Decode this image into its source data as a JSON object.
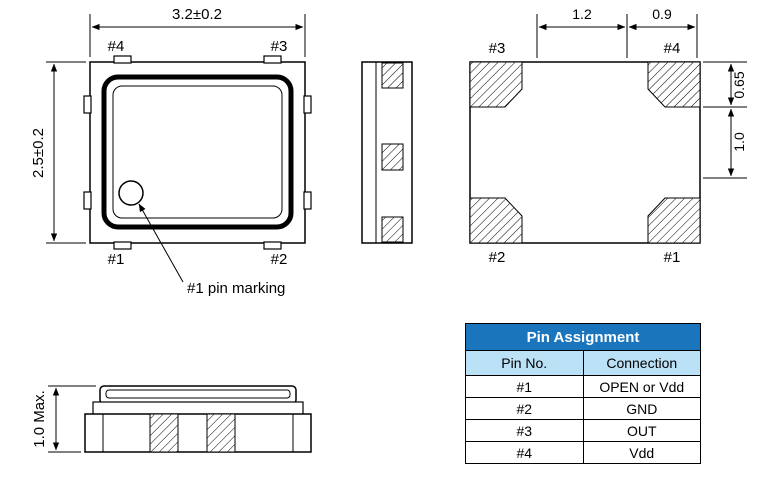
{
  "top_view": {
    "dim_width": "3.2±0.2",
    "dim_height": "2.5±0.2",
    "pins": {
      "top_left": "#4",
      "top_right": "#3",
      "bottom_left": "#1",
      "bottom_right": "#2"
    },
    "note": "#1 pin marking"
  },
  "bottom_view": {
    "dims": {
      "horizontal_left": "1.2",
      "horizontal_right": "0.9",
      "vertical_upper": "0.65",
      "vertical_lower": "1.0"
    },
    "pins": {
      "top_left": "#3",
      "top_right": "#4",
      "bottom_left": "#2",
      "bottom_right": "#1"
    }
  },
  "side_view": {
    "dim_height": "1.0 Max."
  },
  "table": {
    "title": "Pin Assignment",
    "col_pin": "Pin No.",
    "col_connection": "Connection",
    "rows": [
      {
        "pin": "#1",
        "connection": "OPEN or Vdd"
      },
      {
        "pin": "#2",
        "connection": "GND"
      },
      {
        "pin": "#3",
        "connection": "OUT"
      },
      {
        "pin": "#4",
        "connection": "Vdd"
      }
    ]
  },
  "colors": {
    "table_header_bg": "#1b75bc",
    "table_subheader_bg": "#bae1f5",
    "line": "#000000"
  }
}
